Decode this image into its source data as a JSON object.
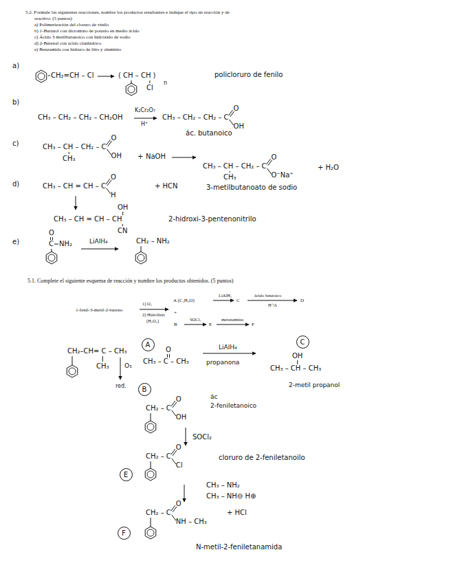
{
  "diagram": {
    "nodes": [
      {
        "text": [
          "C"
        ]
      },
      {
        "text": [
          "A"
        ]
      },
      {
        "text": [
          "B"
        ]
      },
      {
        "text": [
          "E"
        ]
      },
      {
        "text": [
          "F"
        ]
      }
    ],
    "labels": [
      "5.2. Formule las siguientes reacciones, nombre los productos resultantes e indique el tipo de reacción y de",
      "reactivo: (5 puntos)",
      "a) Polimerización del cloruro de vinilo",
      "b) 1-Butanol con dicromato de potasio en medio ácido",
      "c) Ácido 3 metilbutanoico con hidróxido de sodio",
      "d) 2-Butenal con ácido cianhídrico",
      "e) Benzamida con hidruro de litio y aluminio",
      "a)",
      "CH₂=CH – Cl",
      "( CH – CH )",
      "n",
      "Cl",
      "policloruro de fenilo",
      "b)",
      "CH₃ – CH₂ – CH₂ – CH₂OH",
      "K₂Cr₂O₇",
      "H⁺",
      "CH₃ – CH₂ – CH₂ – C",
      "O",
      "OH",
      "ác. butanoico",
      "c)",
      "CH₃ – CH – CH₂ – C",
      "O",
      "OH",
      "CH₃",
      "+",
      "NaOH",
      "CH₃ – CH – CH₂ – C",
      "O",
      "O⁻Na⁺",
      "CH₃",
      "+ H₂O",
      "d)",
      "CH₃ – CH = CH – C",
      "O",
      "H",
      "+ HCN",
      "3-metilbutanoato de sodio",
      "CH₃ – CH = CH – CH",
      "OH",
      "CN",
      "2-hidroxi-3-pentenonitrilo",
      "e)",
      "C",
      "O",
      "NH₂",
      "LiAlH₄",
      "CH₂ – NH₂",
      "5.1. Complete el siguiente esquema de reacción y nombre los productos obtenidos. (5 puntos)",
      "1-fenil-3-metil-2-buteno",
      "1) O₃",
      "2) Hidrólisis",
      "(H₂O₂)",
      "A (C₃H₆O)",
      "LiAlH₄",
      "C",
      "ácido benzoico",
      "H⁺/Δ",
      "D",
      "+",
      "B",
      "SOCl₂",
      "E",
      "metanamina",
      "F",
      "CH₂–CH= C – CH₃",
      "CH₃",
      "O₃",
      "red.",
      "O",
      "CH₃ – C – CH₃",
      "propanona",
      "LiAlH₄",
      "OH",
      "CH₃ – CH – CH₃",
      "2-metil propanol",
      "ác",
      "2-feniletanoico",
      "CH₂ – C",
      "O",
      "OH",
      "SOCl₂",
      "CH₂ – C",
      "O",
      "Cl",
      "cloruro de 2-feniletanoilo",
      "CH₃ – NH₂",
      "CH₃ – NH⊖ H⊕",
      "CH₂ – C",
      "O",
      "NH – CH₃",
      "+ HCl",
      "N-metil-2-feniletanamida"
    ]
  }
}
